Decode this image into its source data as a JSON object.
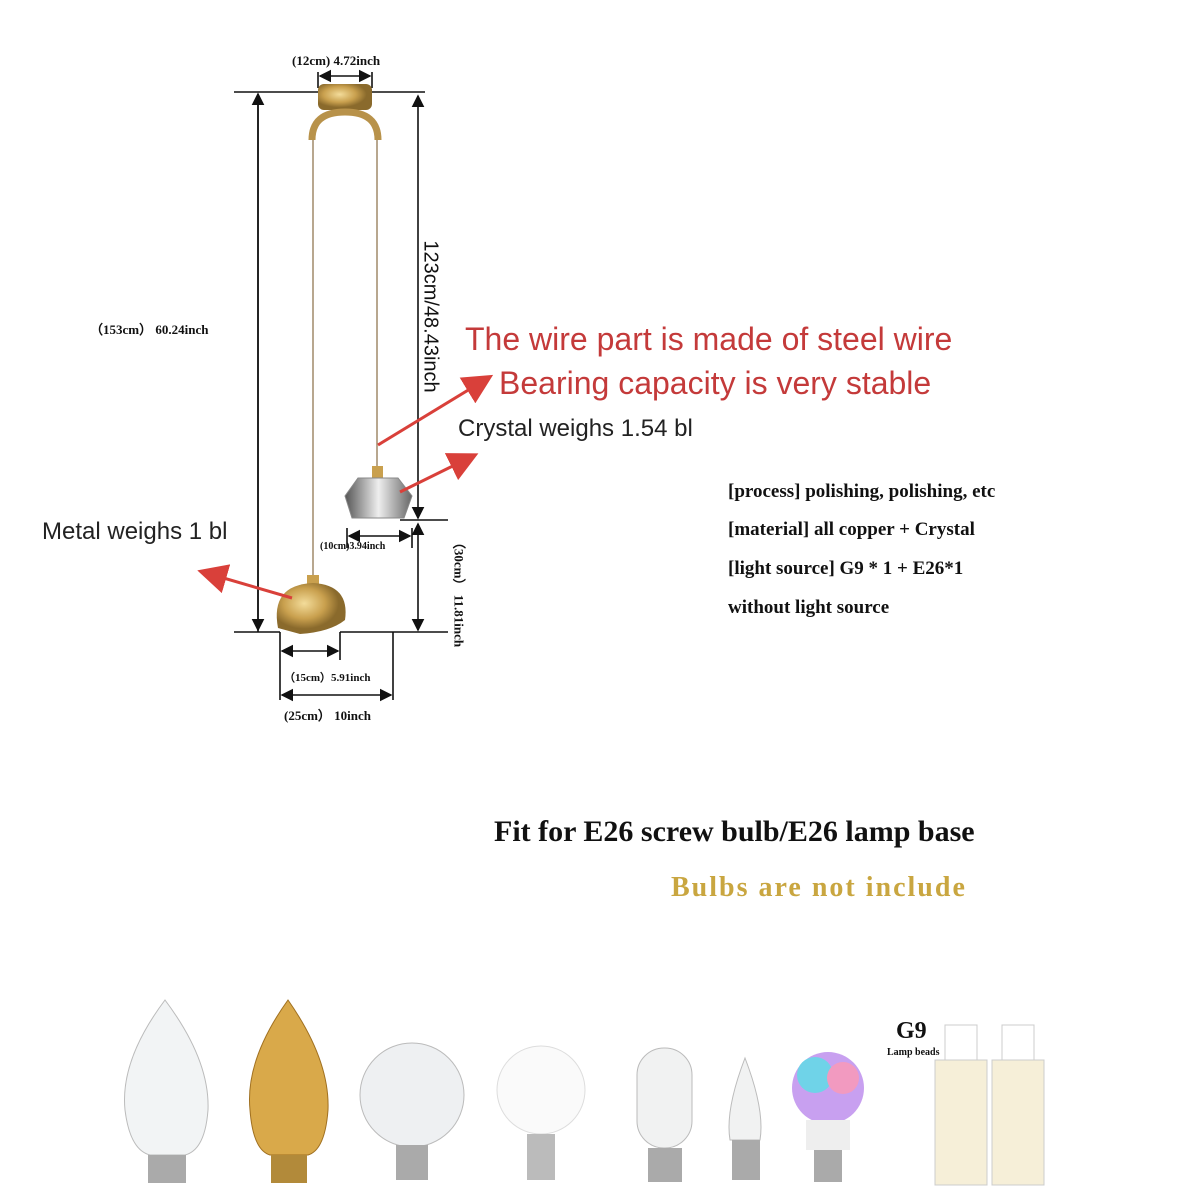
{
  "dimensions": {
    "canopy_width": "(12cm) 4.72inch",
    "total_height": "（153cm） 60.24inch",
    "wire_length": "123cm/48.43inch",
    "crystal_width": "(10cm)3.94inch",
    "drop_difference": "（30cm） 11.81inch",
    "metal_width": "（15cm）5.91inch",
    "overall_width": "(25cm） 10inch"
  },
  "callouts": {
    "wire_line1": "The wire part is made of steel wire",
    "wire_line2": "Bearing capacity is very stable",
    "crystal_weight": "Crystal weighs 1.54 bl",
    "metal_weight": "Metal weighs 1 bl"
  },
  "specs": [
    "[process] polishing, polishing, etc",
    "[material] all copper + Crystal",
    "[light source] G9 * 1 + E26*1",
    "without light source"
  ],
  "fit_title": "Fit for E26 screw bulb/E26 lamp base",
  "bulbs_note": "Bulbs are not include",
  "g9": {
    "title": "G9",
    "subtitle": "Lamp beads"
  },
  "colors": {
    "accent_red": "#c43a3a",
    "gold": "#c9a640",
    "brass": "#b8924a"
  }
}
